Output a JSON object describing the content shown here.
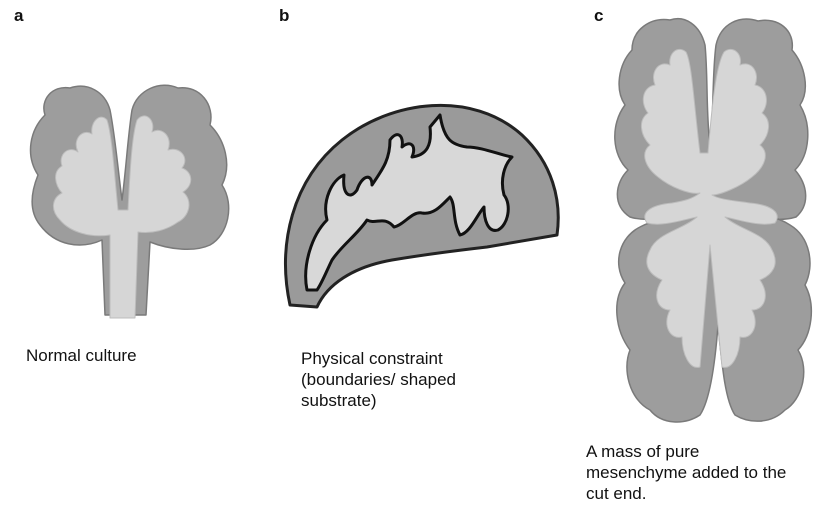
{
  "panels": {
    "a": {
      "letter": "a",
      "caption": "Normal culture"
    },
    "b": {
      "letter": "b",
      "caption": "Physical constraint\n(boundaries/ shaped\nsubstrate)"
    },
    "c": {
      "letter": "c",
      "caption": "A mass of pure\nmesenchyme added to the\ncut end."
    }
  },
  "colors": {
    "mesenchyme": "#9d9d9d",
    "epithelium": "#d6d6d6",
    "outline": "#111111"
  }
}
